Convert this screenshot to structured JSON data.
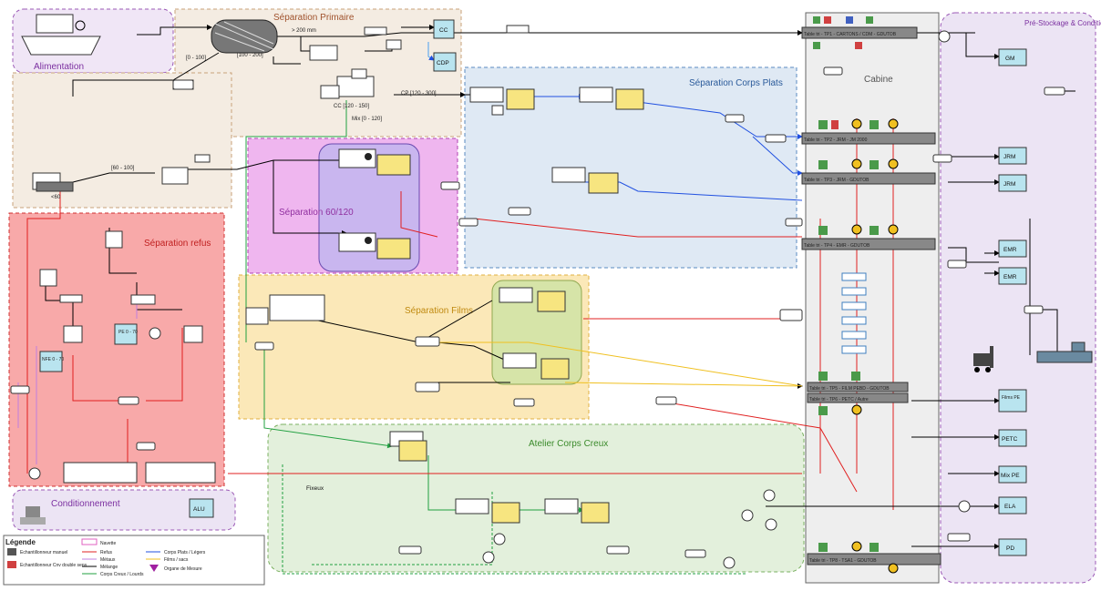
{
  "zones": {
    "alimentation": "Alimentation",
    "separation_primaire": "Séparation Primaire",
    "separation_refus": "Séparation refus",
    "separation_60_120": "Séparation 60/120",
    "separation_corps_plats": "Séparation Corps Plats",
    "separation_films": "Séparation Films",
    "atelier_corps_creux": "Atelier Corps Creux",
    "conditionnement": "Conditionnement",
    "cabine": "Cabine",
    "pre_stockage": "Pré-Stockage & Conditionnement",
    "fixeux": "Fixeux"
  },
  "primaire": {
    "gt_label": "> 200 mm",
    "range_0_100": "[0 - 100]",
    "range_100_200": "[100 - 200]",
    "cc": "CC [120 - 150]",
    "cp": "CP [120 - 300]",
    "mix": "Mix [0 - 120]",
    "range_60_100": "[60 - 100]",
    "lt60": "<60"
  },
  "outputs": {
    "cc": "CC",
    "cdp": "CDP",
    "gm": "GM",
    "jrm_1": "JRM",
    "jrm_2": "JRM",
    "emr_1": "EMR",
    "emr_2": "EMR",
    "films_pe": "Films PE",
    "petc": "PETC",
    "mix_pe": "Mix PE",
    "ela": "ELA",
    "pd": "PD",
    "alu": "ALU"
  },
  "tables": {
    "t1": "Table tri - TP1 - CARTONS / CDM - GDUTOB",
    "t2": "Table tri - TP2 - JRM - JM 2000",
    "t3": "Table tri - TP3 - JRM - GDUTOB",
    "t4": "Table tri - TP4 - EMR - GDUTOB",
    "t5": "Table tri - TP5 - FILM PEBD - GDUTOB",
    "t6": "Table tri - TP6 - PETC / Autre",
    "t7": "Table tri - TP8 - TSA1 - GDUTOB"
  },
  "refus": {
    "pe": "PE 0 - 70",
    "nfe": "NFE 0 - 70"
  },
  "legend": {
    "title": "Légende",
    "echant_manuel": "Echantillonneur manuel",
    "echant_double": "Echantillonneur Cnv double sens",
    "navette": "Navette",
    "refus": "Refus",
    "metaux": "Métaux",
    "melange": "Mélange",
    "corps_creux": "Corps Creux / Lourds",
    "corps_plats": "Corps Plats / Légers",
    "films": "Films / sacs",
    "organe": "Organe de Mesure"
  },
  "colors": {
    "refus": "#e02020",
    "metaux": "#c080e0",
    "melange": "#000000",
    "corps_creux": "#20a040",
    "corps_plats": "#2050e0",
    "films": "#f0c020",
    "navette": "#e060c0"
  }
}
